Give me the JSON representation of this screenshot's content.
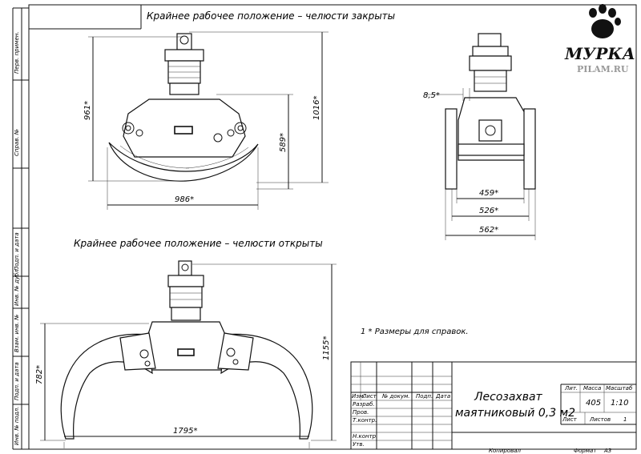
{
  "views": {
    "closed_caption": "Крайнее рабочее положение – челюсти закрыты",
    "open_caption": "Крайнее рабочее положение – челюсти открыты",
    "closed_dims": {
      "height_total": "961*",
      "height_right": "1016*",
      "height_jaw": "589*",
      "width": "986*"
    },
    "side_dims": {
      "offset": "8,5*",
      "w1": "459*",
      "w2": "526*",
      "w3": "562*"
    },
    "open_dims": {
      "height_left": "782*",
      "height_right": "1155*",
      "width": "1795*"
    }
  },
  "note": "1 * Размеры для справок.",
  "side_strip": {
    "perv_primen": "Перв. примен.",
    "sprav_no": "Справ. №",
    "podp_data_top": "Подп. и дата",
    "inv_dubl": "Инв. № дубл.",
    "vzam_inv": "Взам. инв. №",
    "podp_data_bottom": "Подп. и дата",
    "inv_podl": "Инв. № подл."
  },
  "title_block": {
    "name_line1": "Лесозахват",
    "name_line2": "маятниковый 0,3 м2",
    "headers": {
      "izm": "Изм.",
      "list": "Лист",
      "doc": "№ докум.",
      "podp": "Подп.",
      "data": "Дата"
    },
    "roles": [
      "Разраб.",
      "Пров.",
      "Т.контр.",
      "Н.контр.",
      "Утв."
    ],
    "lit_label": "Лит.",
    "mass_label": "Масса",
    "scale_label": "Масштаб",
    "mass_value": "405",
    "scale_value": "1:10",
    "sheet_label": "Лист",
    "sheets_label": "Листов",
    "sheets_value": "1",
    "copied": "Копировал",
    "format_label": "Формат",
    "format_value": "A3"
  },
  "watermark": {
    "brand": "МУРКА",
    "site": "PILAM.RU"
  }
}
